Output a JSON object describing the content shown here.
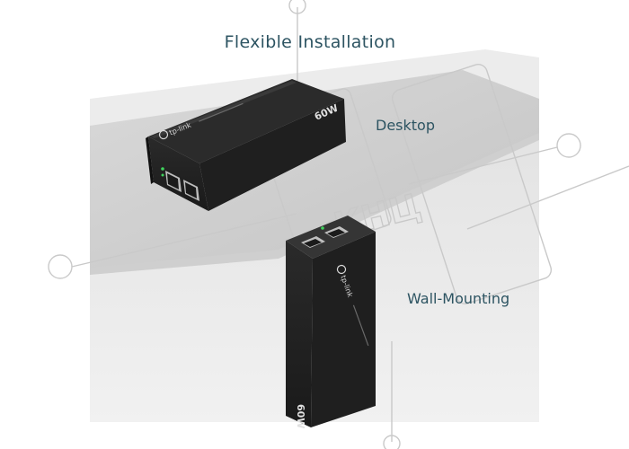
{
  "title": "Flexible Installation",
  "labels": {
    "desktop": "Desktop",
    "wall": "Wall-Mounting"
  },
  "devices": {
    "brand": "tp-link",
    "wattage": "60W"
  },
  "watermark": "КНЦ"
}
